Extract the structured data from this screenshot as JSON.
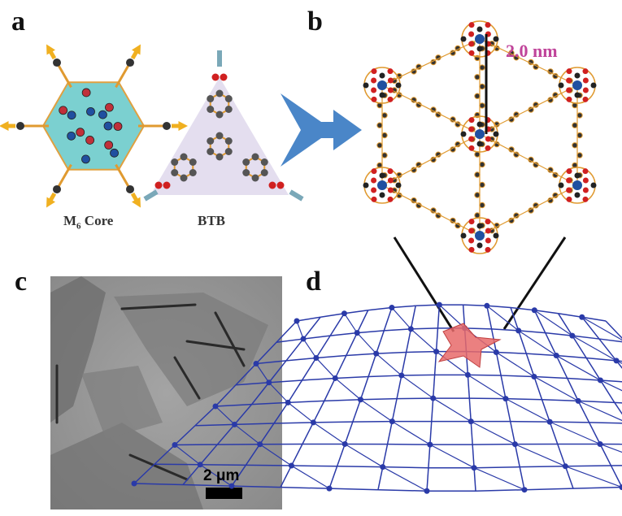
{
  "panels": {
    "a": {
      "label": "a",
      "core_caption": "M",
      "core_sub": "6",
      "core_caption_rest": " Core",
      "linker_caption": "BTB"
    },
    "b": {
      "label": "b",
      "distance_label": "2.0 nm"
    },
    "c": {
      "label": "c",
      "scale_bar_label": "2 μm"
    },
    "d": {
      "label": "d"
    }
  },
  "colors": {
    "arrow": "#4a86c8",
    "mesh": "#2a3aa8",
    "highlight": "#e86a6a",
    "distance": "#c0449a",
    "bond": "#e09a30"
  }
}
